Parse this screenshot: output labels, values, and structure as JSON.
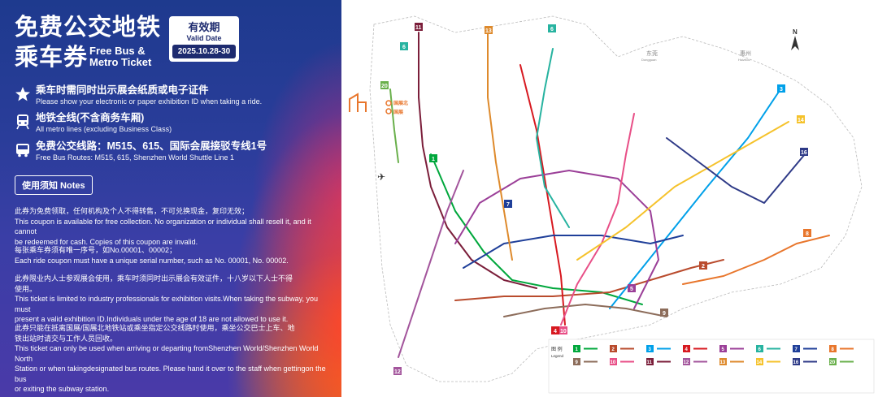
{
  "ticket": {
    "title_cn_line1": "免费公交地铁",
    "title_cn_line2": "乘车券",
    "title_en_line1": "Free Bus &",
    "title_en_line2": "Metro Ticket",
    "valid_cn": "有效期",
    "valid_en": "Valid Date",
    "valid_date": "2025.10.28-30"
  },
  "info": [
    {
      "icon": "star-icon",
      "cn": "乘车时需同时出示展会纸质或电子证件",
      "en": "Please show your electronic or paper exhibition ID when taking a ride."
    },
    {
      "icon": "metro-icon",
      "cn": "地铁全线(不含商务车厢)",
      "en": "All metro lines (excluding Business Class)"
    },
    {
      "icon": "bus-icon",
      "cn": "免费公交线路：M515、615、国际会展接驳专线1号",
      "en": "Free Bus Routes: M515, 615, Shenzhen World Shuttle Line 1"
    }
  ],
  "notes": {
    "label": "使用须知 Notes",
    "items": [
      {
        "cn": "此券为免费领取，任何机构及个人不得转售，不可兑换现金，复印无效；",
        "en1": "This coupon is available for free collection. No organization or individual shall resell it, and it cannot",
        "en2": "be redeemed for cash. Copies of this coupon are invalid."
      },
      {
        "cn": "每张乘车券须有唯一序号，如No.00001、00002；",
        "en1": "Each ride coupon must have a unique serial number, such as No. 00001, No. 00002.",
        "en2": ""
      },
      {
        "cn": "此券限业内人士参观展会使用，乘车时须同时出示展会有效证件，十八岁以下人士不得",
        "cn2": "使用。",
        "en1": "This ticket is limited to industry professionals for exhibition visits.When taking the subway, you must",
        "en2": "present a valid exhibition ID.Individuals under the age of 18 are not allowed to use it."
      },
      {
        "cn": "此券只能在抵离国展/国展北地铁站或乘坐指定公交线路时使用，乘坐公交巴士上车、地",
        "cn2": "铁出站时请交与工作人员回收。",
        "en1": "This ticket can only be used when arriving or departing fromShenzhen World/Shenzhen World North",
        "en2": "Station or when takingdesignated bus routes. Please hand it over to the staff when gettingon the bus",
        "en3": "or exiting the subway station."
      }
    ]
  },
  "map": {
    "region_dongguan": "东莞",
    "region_dongguan_en": "Dongguan",
    "region_huizhou": "惠州",
    "region_huizhou_en": "Huizhou",
    "north": "N",
    "station_guozhanbei": "国展北",
    "station_guozhan": "国展",
    "legend_label": "图 例",
    "legend_en": "Legend",
    "lines": [
      {
        "id": "1",
        "color": "#00a73c"
      },
      {
        "id": "2",
        "color": "#b94b2d"
      },
      {
        "id": "3",
        "color": "#00a0e9"
      },
      {
        "id": "4",
        "color": "#d71920"
      },
      {
        "id": "5",
        "color": "#9b3f98"
      },
      {
        "id": "6",
        "color": "#27b3a0"
      },
      {
        "id": "7",
        "color": "#1f3f99"
      },
      {
        "id": "8",
        "color": "#e8762c"
      },
      {
        "id": "9",
        "color": "#8c6c5a"
      },
      {
        "id": "10",
        "color": "#e84f87"
      },
      {
        "id": "11",
        "color": "#7b1e3a"
      },
      {
        "id": "12",
        "color": "#a3559c"
      },
      {
        "id": "13",
        "color": "#de8a2c"
      },
      {
        "id": "14",
        "color": "#f5c22b"
      },
      {
        "id": "16",
        "color": "#2e3a87"
      },
      {
        "id": "20",
        "color": "#6ab04c"
      }
    ]
  }
}
